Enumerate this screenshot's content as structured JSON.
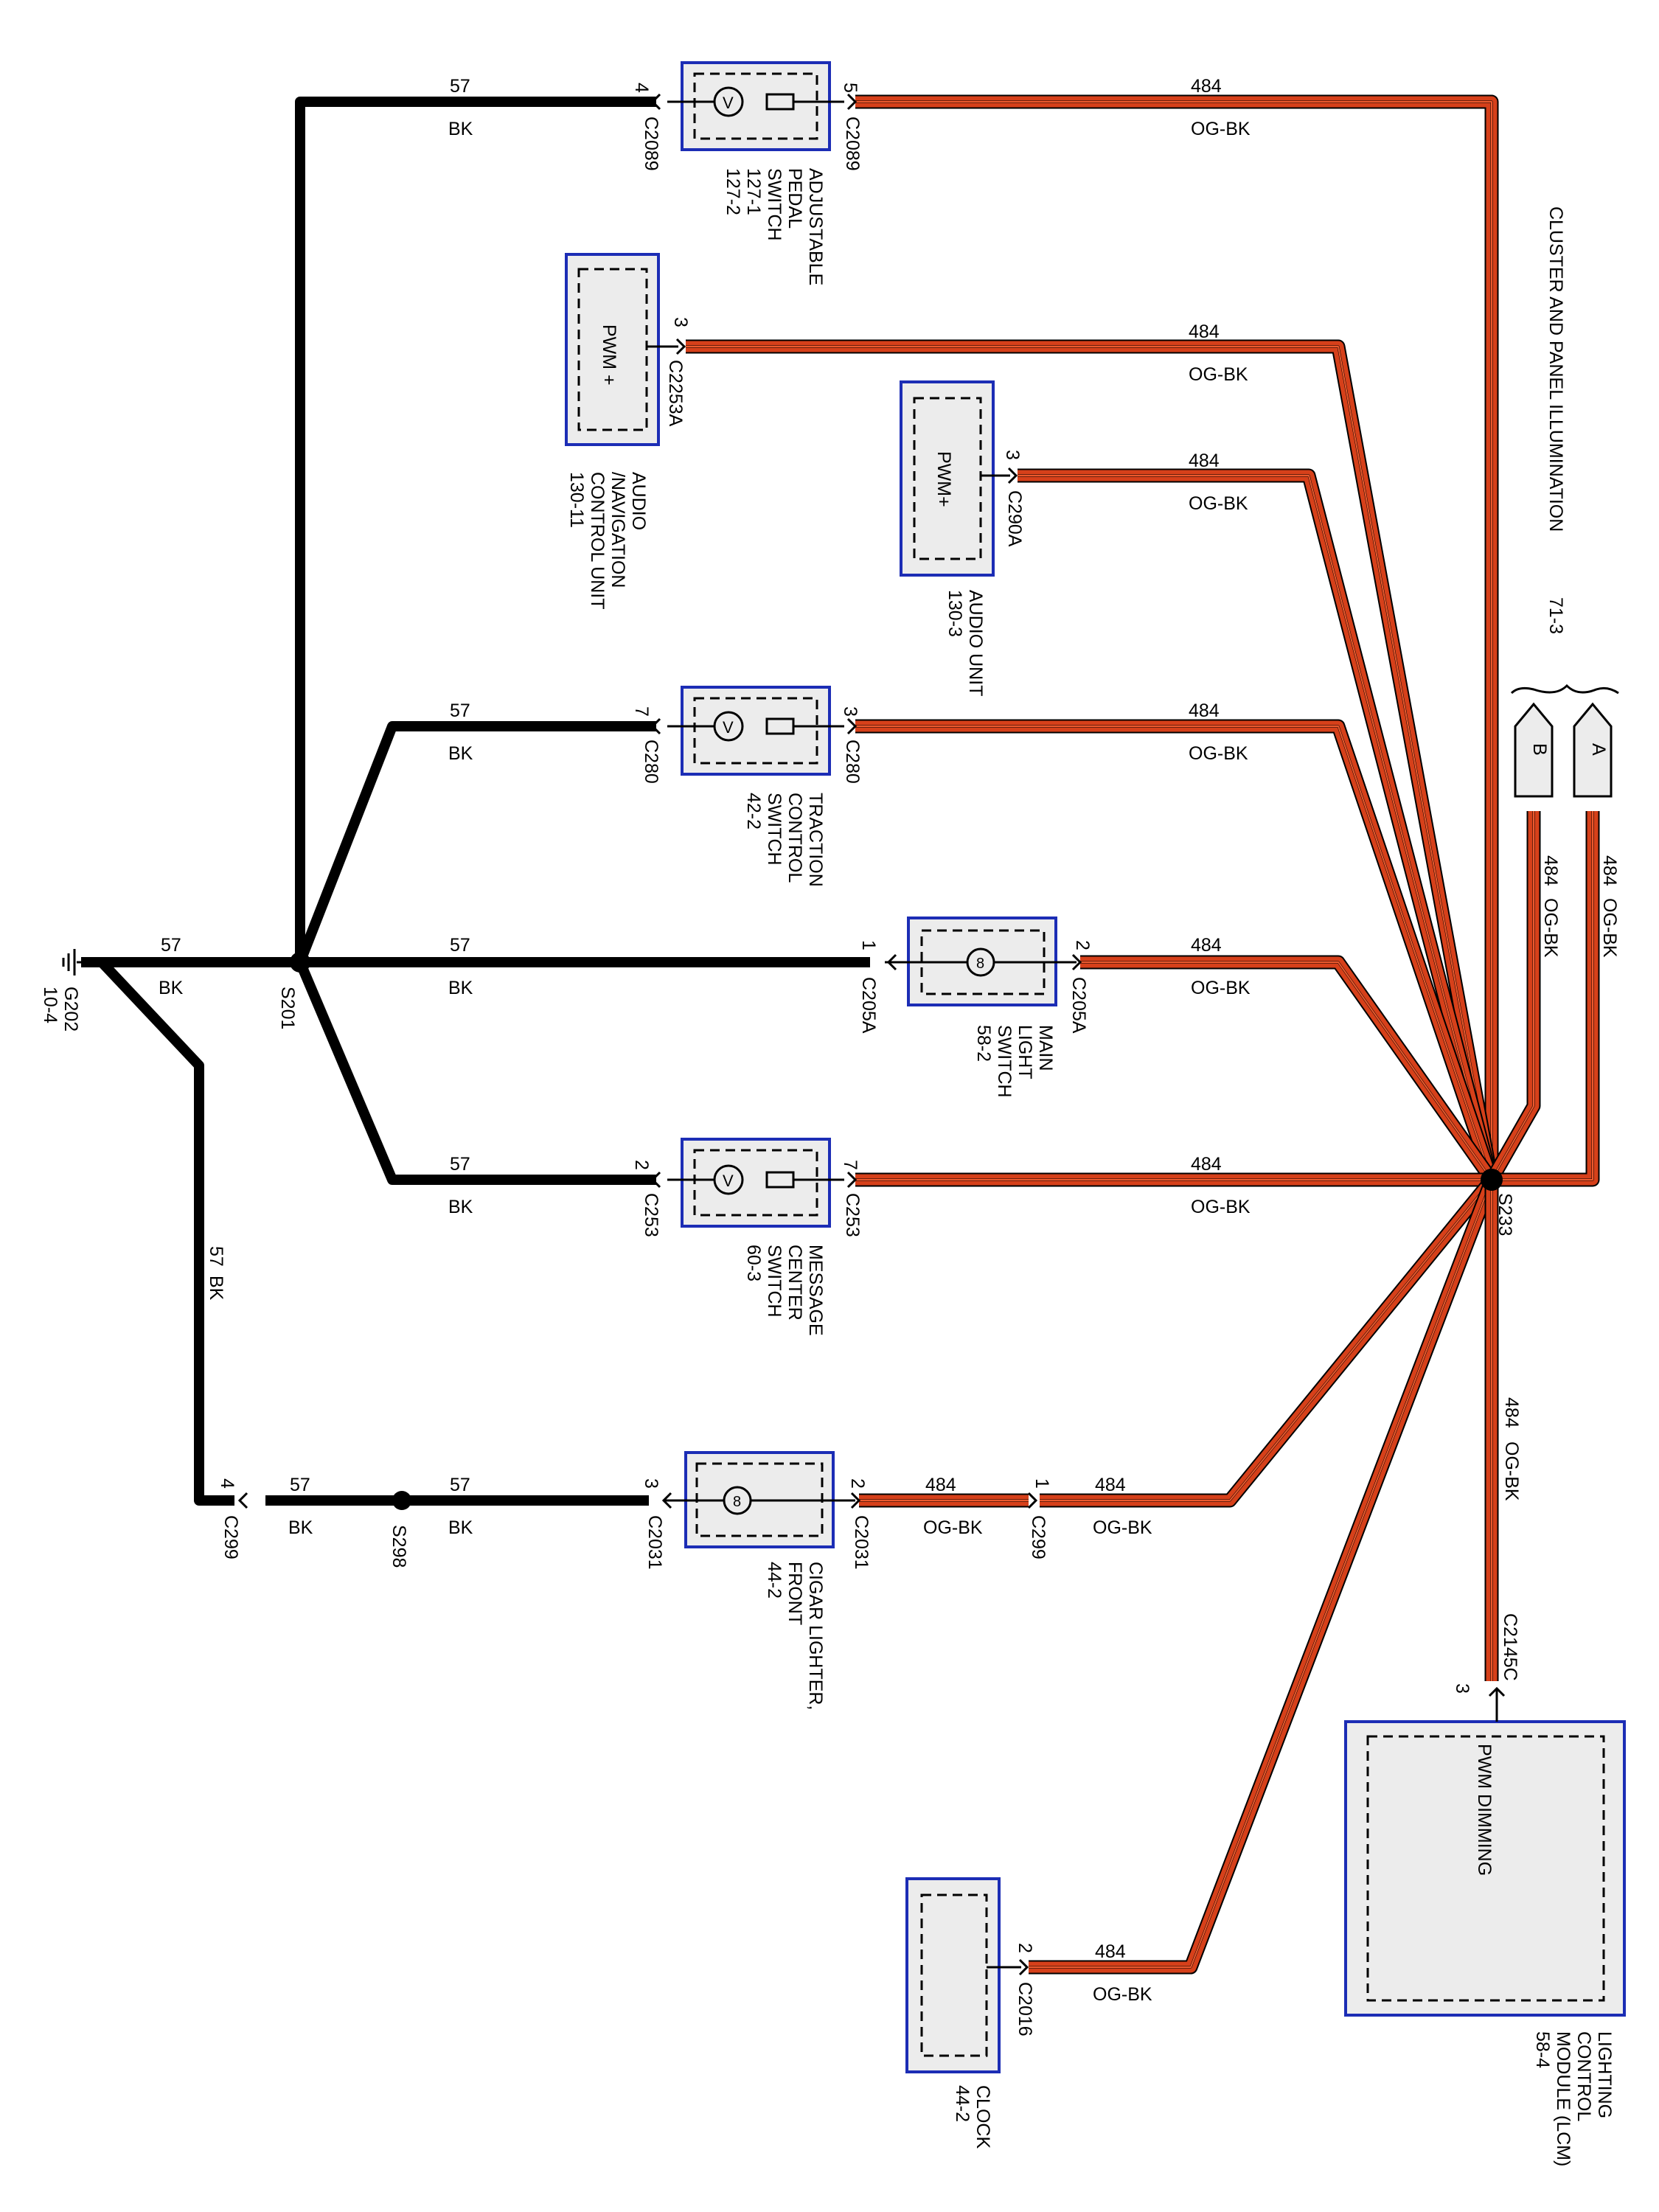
{
  "title": "CLUSTER AND PANEL ILLUMINATION",
  "page_ref": "71-3",
  "ground": {
    "id": "G202",
    "page": "10-4"
  },
  "splices": {
    "s201": "S201",
    "s233": "S233",
    "s298": "S298"
  },
  "wire": {
    "gnd_circuit": "57",
    "gnd_color": "BK",
    "og_circuit": "484",
    "og_color": "OG-BK"
  },
  "components": {
    "pedal": {
      "name": [
        "ADJUSTABLE",
        "PEDAL",
        "SWITCH",
        "127-1",
        "127-2"
      ],
      "conn_left": "C2089",
      "pin_left": "4",
      "conn_right": "C2089",
      "pin_right": "5"
    },
    "audio_nav": {
      "name": [
        "AUDIO",
        "/NAVIGATION",
        "CONTROL UNIT",
        "130-11"
      ],
      "inner_label": "PWM +",
      "conn": "C2253A",
      "pin": "3"
    },
    "audio_unit": {
      "name": [
        "AUDIO UNIT",
        "130-3"
      ],
      "inner_label": "PWM+",
      "conn": "C290A",
      "pin": "3"
    },
    "traction": {
      "name": [
        "TRACTION",
        "CONTROL",
        "SWITCH",
        "42-2"
      ],
      "conn_left": "C280",
      "pin_left": "7",
      "conn_right": "C280",
      "pin_right": "3"
    },
    "main_light": {
      "name": [
        "MAIN",
        "LIGHT",
        "SWITCH",
        "58-2"
      ],
      "conn_left": "C205A",
      "pin_left": "1",
      "conn_right": "C205A",
      "pin_right": "2"
    },
    "message": {
      "name": [
        "MESSAGE",
        "CENTER",
        "SWITCH",
        "60-3"
      ],
      "conn_left": "C253",
      "pin_left": "2",
      "conn_right": "C253",
      "pin_right": "7"
    },
    "cigar": {
      "name": [
        "CIGAR LIGHTER,",
        "FRONT",
        "44-2"
      ],
      "conn_left": "C2031",
      "pin_left": "3",
      "conn_right": "C2031",
      "pin_right": "2"
    },
    "c299": {
      "conn": "C299",
      "pin_left": "4",
      "pin_right": "1"
    },
    "clock": {
      "name": [
        "CLOCK",
        "44-2"
      ],
      "conn": "C2016",
      "pin": "2"
    },
    "lcm": {
      "name": [
        "LIGHTING",
        "CONTROL",
        "MODULE (LCM)",
        "58-4"
      ],
      "inner_label": "PWM DIMMING",
      "conn": "C2145C",
      "pin": "3"
    }
  },
  "offpage": {
    "a": "A",
    "b": "B"
  }
}
